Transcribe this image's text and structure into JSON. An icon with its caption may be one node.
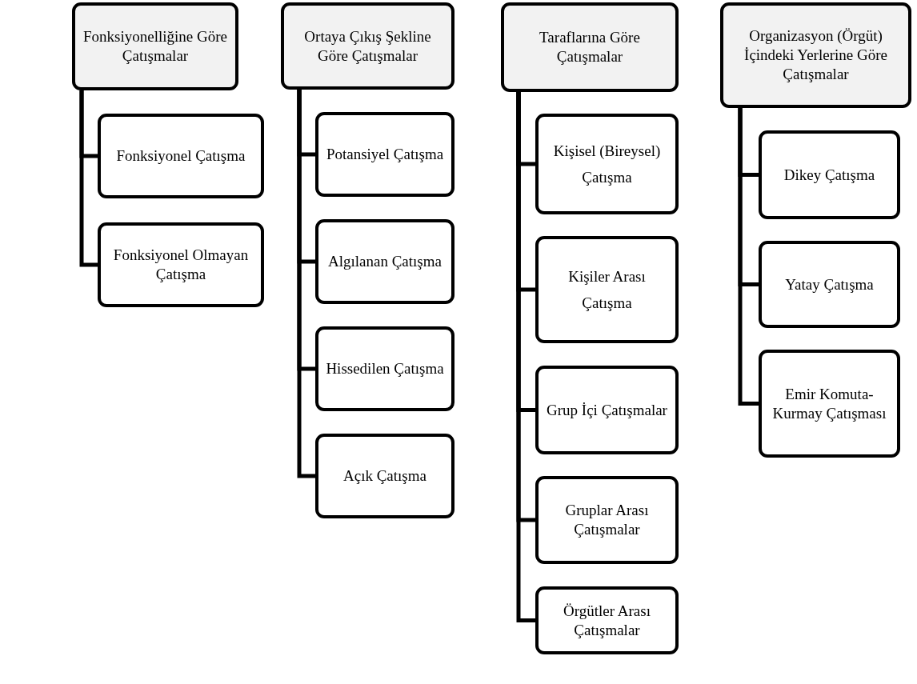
{
  "diagram": {
    "nodes": [
      {
        "text": [
          "Fonksiyonelliğine Göre Çatışmalar"
        ]
      },
      {
        "text": [
          "Fonksiyonel Çatışma"
        ]
      },
      {
        "text": [
          "Fonksiyonel Olmayan Çatışma"
        ]
      },
      {
        "text": [
          "Ortaya Çıkış Şekline Göre Çatışmalar"
        ]
      },
      {
        "text": [
          "Potansiyel Çatışma"
        ]
      },
      {
        "text": [
          "Algılanan Çatışma"
        ]
      },
      {
        "text": [
          "Hissedilen Çatışma"
        ]
      },
      {
        "text": [
          "Açık Çatışma"
        ]
      },
      {
        "text": [
          "Taraflarına Göre Çatışmalar"
        ]
      },
      {
        "text": [
          "Kişisel (Bireysel) Çatışma"
        ]
      },
      {
        "text": [
          "Kişiler Arası Çatışma"
        ]
      },
      {
        "text": [
          "Grup İçi Çatışmalar"
        ]
      },
      {
        "text": [
          "Gruplar Arası Çatışmalar"
        ]
      },
      {
        "text": [
          "Örgütler Arası Çatışmalar"
        ]
      },
      {
        "text": [
          "Organizasyon (Örgüt) İçindeki Yerlerine Göre Çatışmalar"
        ]
      },
      {
        "text": [
          "Dikey Çatışma"
        ]
      },
      {
        "text": [
          "Yatay Çatışma"
        ]
      },
      {
        "text": [
          "Emir Komuta-Kurmay Çatışması"
        ]
      }
    ],
    "edges": [
      {
        "from": 0,
        "to": 1,
        "arrow": "none"
      },
      {
        "from": 0,
        "to": 2,
        "arrow": "none"
      },
      {
        "from": 3,
        "to": 4,
        "arrow": "none"
      },
      {
        "from": 3,
        "to": 5,
        "arrow": "none"
      },
      {
        "from": 3,
        "to": 6,
        "arrow": "none"
      },
      {
        "from": 3,
        "to": 7,
        "arrow": "none"
      },
      {
        "from": 8,
        "to": 9,
        "arrow": "none"
      },
      {
        "from": 8,
        "to": 10,
        "arrow": "none"
      },
      {
        "from": 8,
        "to": 11,
        "arrow": "none"
      },
      {
        "from": 8,
        "to": 12,
        "arrow": "none"
      },
      {
        "from": 8,
        "to": 13,
        "arrow": "none"
      },
      {
        "from": 14,
        "to": 15,
        "arrow": "none"
      },
      {
        "from": 14,
        "to": 16,
        "arrow": "none"
      },
      {
        "from": 14,
        "to": 17,
        "arrow": "none"
      }
    ]
  }
}
